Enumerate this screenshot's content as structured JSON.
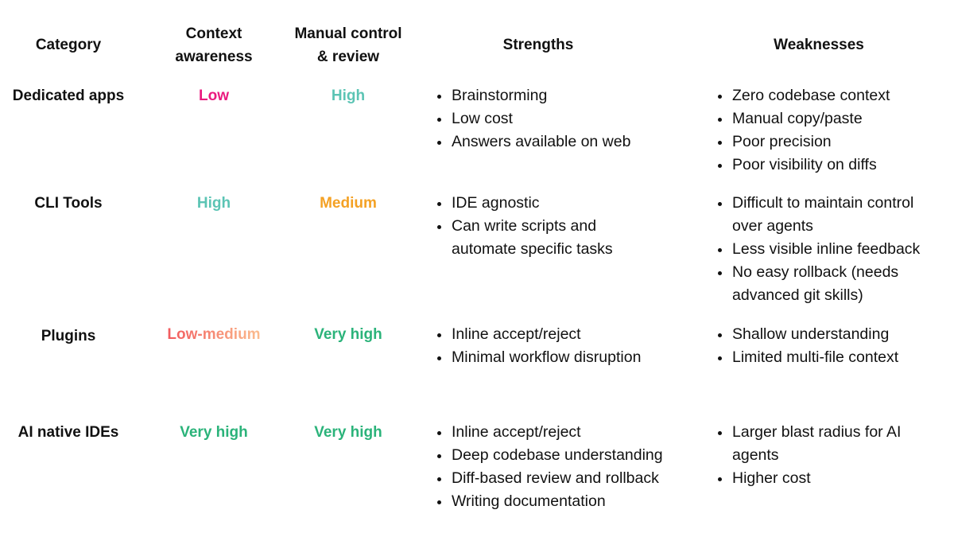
{
  "colors": {
    "low": "#ea1a7f",
    "high": "#5bc4b4",
    "medium": "#f4a124",
    "low_medium_start": "#f25a5e",
    "low_medium_end": "#fbbd8e",
    "very_high": "#2bb37a",
    "text": "#111111"
  },
  "headers": {
    "category": "Category",
    "context_line1": "Context",
    "context_line2": "awareness",
    "manual_line1": "Manual control",
    "manual_line2": "& review",
    "strengths": "Strengths",
    "weaknesses": "Weaknesses"
  },
  "rows": [
    {
      "category": "Dedicated apps",
      "context": "Low",
      "manual": "High",
      "strengths": [
        "Brainstorming",
        "Low cost",
        "Answers available on web"
      ],
      "weaknesses": [
        "Zero codebase context",
        "Manual copy/paste",
        "Poor precision",
        "Poor visibility on diffs"
      ]
    },
    {
      "category": "CLI Tools",
      "context": "High",
      "manual": "Medium",
      "strengths": [
        "IDE agnostic",
        "Can write scripts and automate specific tasks"
      ],
      "weaknesses": [
        "Difficult to maintain control over agents",
        "Less visible inline feedback",
        "No easy rollback (needs advanced git skills)"
      ]
    },
    {
      "category": "Plugins",
      "context": "Low-medium",
      "manual": "Very high",
      "strengths": [
        "Inline accept/reject",
        "Minimal workflow disruption"
      ],
      "weaknesses": [
        "Shallow understanding",
        "Limited multi-file context"
      ]
    },
    {
      "category": "AI native IDEs",
      "context": "Very high",
      "manual": "Very high",
      "strengths": [
        "Inline accept/reject",
        "Deep codebase understanding",
        "Diff-based review and rollback",
        "Writing documentation"
      ],
      "weaknesses": [
        "Larger blast radius for AI agents",
        "Higher cost"
      ]
    }
  ]
}
